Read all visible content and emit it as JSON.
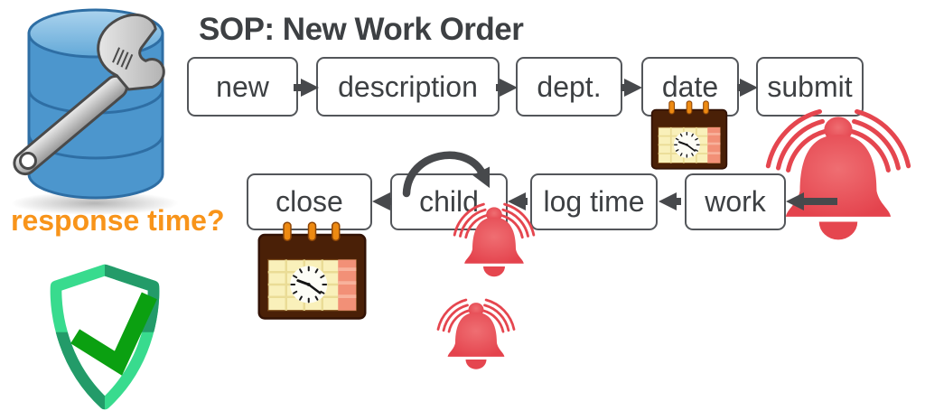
{
  "title": "SOP: New Work Order",
  "question": "response time?",
  "flow_top": {
    "direction": "left-to-right",
    "steps": [
      "new",
      "description",
      "dept.",
      "date",
      "submit"
    ]
  },
  "flow_bottom": {
    "direction": "right-to-left",
    "steps": [
      "work",
      "log time",
      "child",
      "close"
    ]
  },
  "icons": {
    "database": "database-wrench-icon",
    "alarm_large": "alarm-bell-icon",
    "alarm_small_1": "alarm-bell-icon",
    "alarm_small_2": "alarm-bell-icon",
    "calendar_under_date": "calendar-clock-icon",
    "calendar_under_close": "calendar-clock-icon",
    "shield": "shield-check-icon",
    "loop": "repeat-loop-arrow-icon"
  },
  "colors": {
    "accent_orange": "#F8941A",
    "alert_red": "#E5464F",
    "flow_border": "#53565A",
    "flow_text": "#3D4043",
    "arrow": "#47494C",
    "db_blue": "#4C96CD",
    "shield_light_green": "#38DB8E",
    "shield_dark_green": "#239B69",
    "check_green": "#0BA011",
    "calendar_brown": "#4A2007"
  }
}
